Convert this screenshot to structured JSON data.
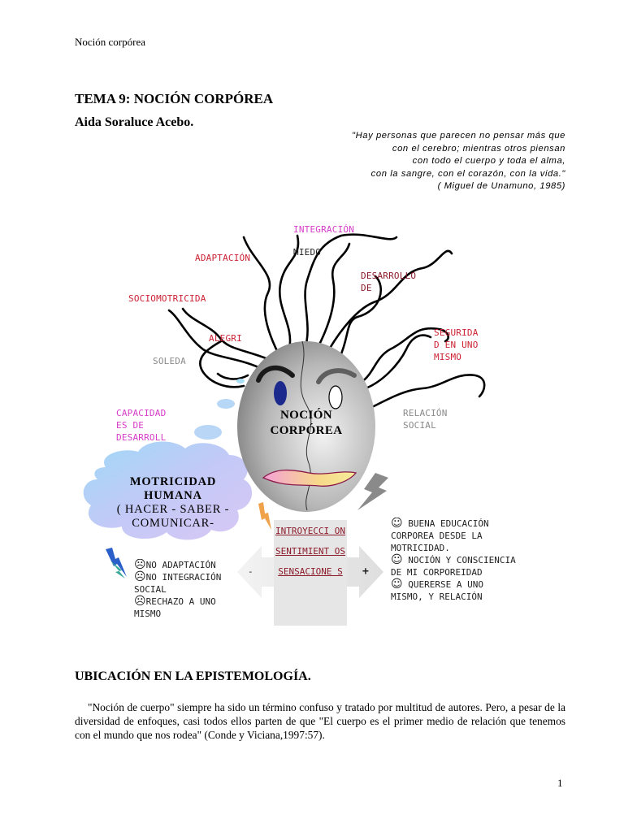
{
  "header": "Noción corpórea",
  "title": "TEMA 9: NOCIÓN CORPÓREA",
  "author": "Aida Soraluce Acebo.",
  "quote": [
    "\"Hay personas que parecen no pensar más que",
    "con el cerebro; mientras otros piensan",
    "con todo el cuerpo y toda el alma,",
    "con la sangre, con el corazón, con la vida.\"",
    "( Miguel de Unamuno, 1985)"
  ],
  "diagram": {
    "labels": {
      "integracion": "INTEGRACIÓN",
      "miedo": "MIEDO",
      "adaptacion": "ADAPTACIÓN",
      "desarrollo": [
        "DESARROLLO",
        "DE"
      ],
      "sociomotricidad": "SOCIOMOTRICIDA",
      "alegria": "ALEGRI",
      "seguridad": [
        "SEGURIDA",
        "D EN UNO",
        "MISMO"
      ],
      "soledad": "SOLEDA",
      "capacidades": [
        "CAPACIDAD",
        "ES DE",
        "DESARROLL"
      ],
      "relacion": [
        "RELACIÓN",
        "SOCIAL"
      ]
    },
    "face_title": [
      "NOCIÓN",
      "CORPÓREA"
    ],
    "cloud": {
      "line1": "MOTRICIDAD",
      "line2": "HUMANA",
      "line3": "( HACER - SABER -",
      "line4": "COMUNICAR-"
    },
    "center_items": [
      "INTROYECCI ON",
      "SENTIMIENT OS",
      "SENSACIONE S"
    ],
    "arrow_minus": "-",
    "arrow_plus": "+",
    "sad_icon": "☹",
    "happy_icon": "☺",
    "negatives": [
      "NO ADAPTACIÓN",
      "NO INTEGRACIÓN SOCIAL",
      "RECHAZO A UNO MISMO"
    ],
    "positives": [
      "BUENA EDUCACIÓN CORPOREA DESDE LA MOTRICIDAD.",
      "NOCIÓN Y CONSCIENCIA DE MI CORPOREIDAD",
      "QUERERSE A UNO MISMO, Y RELACIÓN"
    ],
    "colors": {
      "red": "#cc2233",
      "pink": "#d63cc8",
      "cloud": "#b9c4f5",
      "face_dark": "#7c7c7c",
      "face_light": "#e8e8e8"
    }
  },
  "section_title": "UBICACIÓN EN LA EPISTEMOLOGÍA.",
  "paragraph": "\"Noción de cuerpo\" siempre ha sido un término confuso y tratado por multitud de autores. Pero, a pesar de la diversidad de enfoques, casi todos ellos parten de que \"El cuerpo es el primer medio de relación que tenemos con el mundo que nos rodea\" (Conde y Viciana,1997:57).",
  "page_number": "1"
}
